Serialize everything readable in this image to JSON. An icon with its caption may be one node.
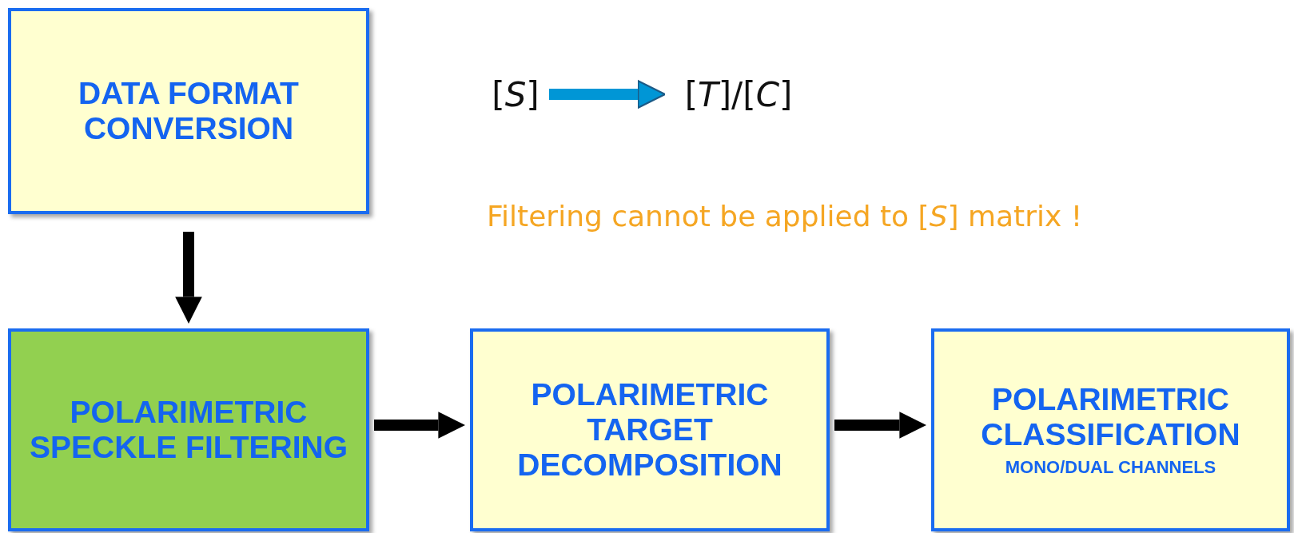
{
  "diagram": {
    "nodes": [
      {
        "text": [
          "DATA FORMAT CONVERSION"
        ]
      },
      {
        "text": [
          "[*S*]"
        ]
      },
      {
        "text": [
          "[*T*]/[*C*]"
        ]
      },
      {
        "text": [
          "POLARIMETRIC SPECKLE FILTERING"
        ]
      },
      {
        "text": [
          "POLARIMETRIC TARGET DECOMPOSITION"
        ]
      },
      {
        "text": [
          "POLARIMETRIC CLASSIFICATION",
          "MONO/DUAL CHANNELS"
        ]
      }
    ],
    "edges": [
      {
        "from": 1,
        "to": 2,
        "arrow": "to",
        "color": "#0096d6"
      },
      {
        "from": 0,
        "to": 3,
        "arrow": "to"
      },
      {
        "from": 3,
        "to": 4,
        "arrow": "to"
      },
      {
        "from": 4,
        "to": 5,
        "arrow": "to"
      }
    ],
    "labels": [
      "Filtering cannot be applied to [*S*] matrix !"
    ]
  }
}
